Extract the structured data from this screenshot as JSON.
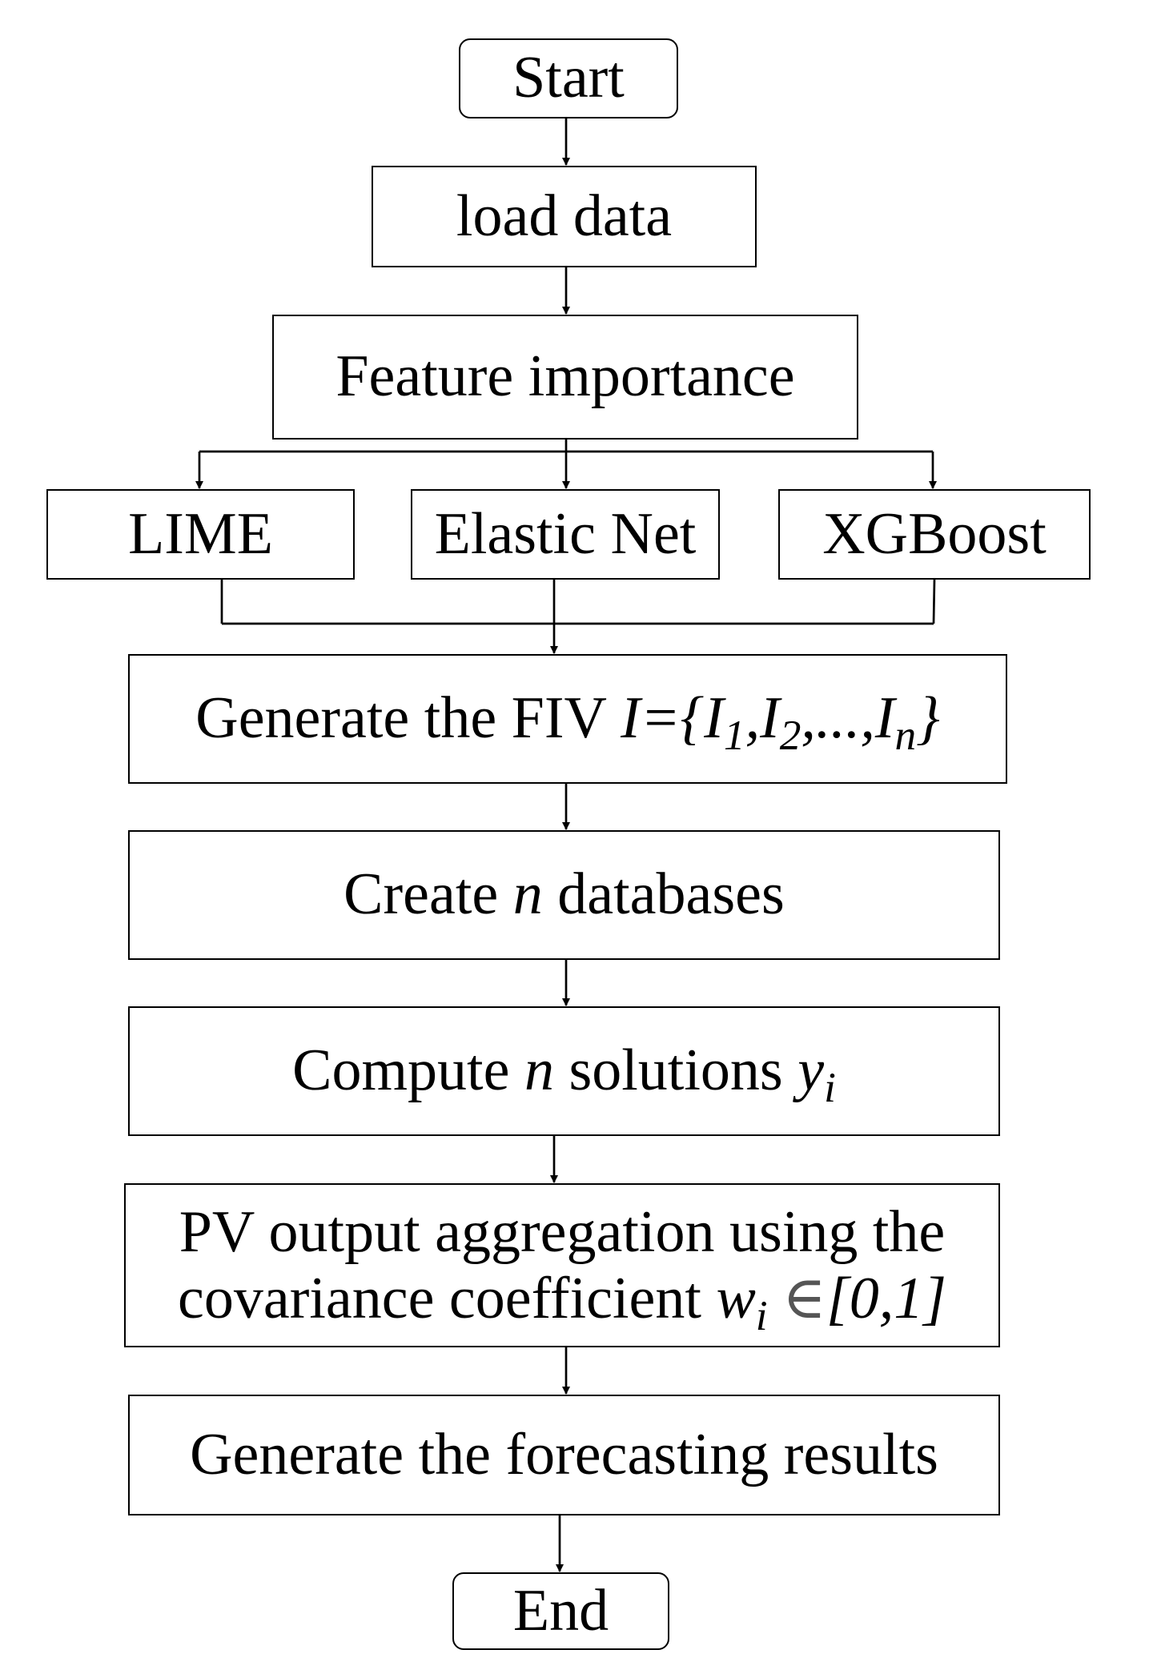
{
  "nodes": {
    "start": {
      "label": "Start"
    },
    "load": {
      "label": "load data"
    },
    "feature": {
      "label": "Feature importance"
    },
    "lime": {
      "label": "LIME"
    },
    "elastic": {
      "label": "Elastic Net"
    },
    "xgb": {
      "label": "XGBoost"
    },
    "fiv": {
      "prefix": "Generate the FIV ",
      "var": "I",
      "eq": "={",
      "i1": "I",
      "s1": "1",
      "sep1": ",",
      "i2": "I",
      "s2": "2",
      "dots": ",...,",
      "in": "I",
      "sn": "n",
      "close": "}"
    },
    "create": {
      "pre": "Create ",
      "var": "n",
      "post": " databases"
    },
    "compute": {
      "pre": "Compute ",
      "var": "n",
      "mid": " solutions ",
      "y": "y",
      "sub": "i"
    },
    "aggregate": {
      "line1": "PV output aggregation using the",
      "line2_pre": "covariance coefficient ",
      "w": "w",
      "sub": "i",
      "elem": " ∈",
      "range": "[0,1]"
    },
    "results": {
      "label": "Generate the forecasting results"
    },
    "end": {
      "label": "End"
    }
  }
}
